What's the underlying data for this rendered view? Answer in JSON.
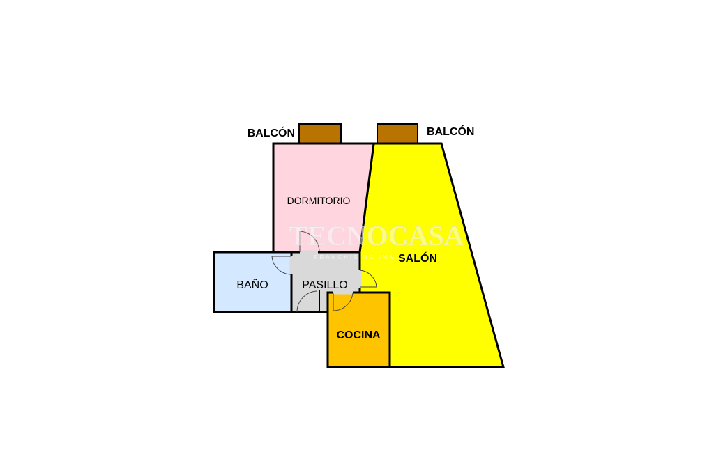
{
  "watermark": {
    "brand": "TECNOCASA",
    "tagline": "FRANCHISING IMMOBILIARE"
  },
  "balconies": {
    "left": {
      "label": "BALCÓN"
    },
    "right": {
      "label": "BALCÓN"
    }
  },
  "rooms": {
    "dormitorio": {
      "label": "DORMITORIO"
    },
    "salon": {
      "label": "SALÓN"
    },
    "bano": {
      "label": "BAÑO"
    },
    "pasillo": {
      "label": "PASILLO"
    },
    "cocina": {
      "label": "COCINA"
    }
  },
  "colors": {
    "dormitorio": "#ffd6e0",
    "salon": "#ffff00",
    "bano": "#d4e9ff",
    "pasillo": "#d9d9d9",
    "cocina": "#ffc400",
    "balcony": "#b87300",
    "wall": "#000000"
  }
}
